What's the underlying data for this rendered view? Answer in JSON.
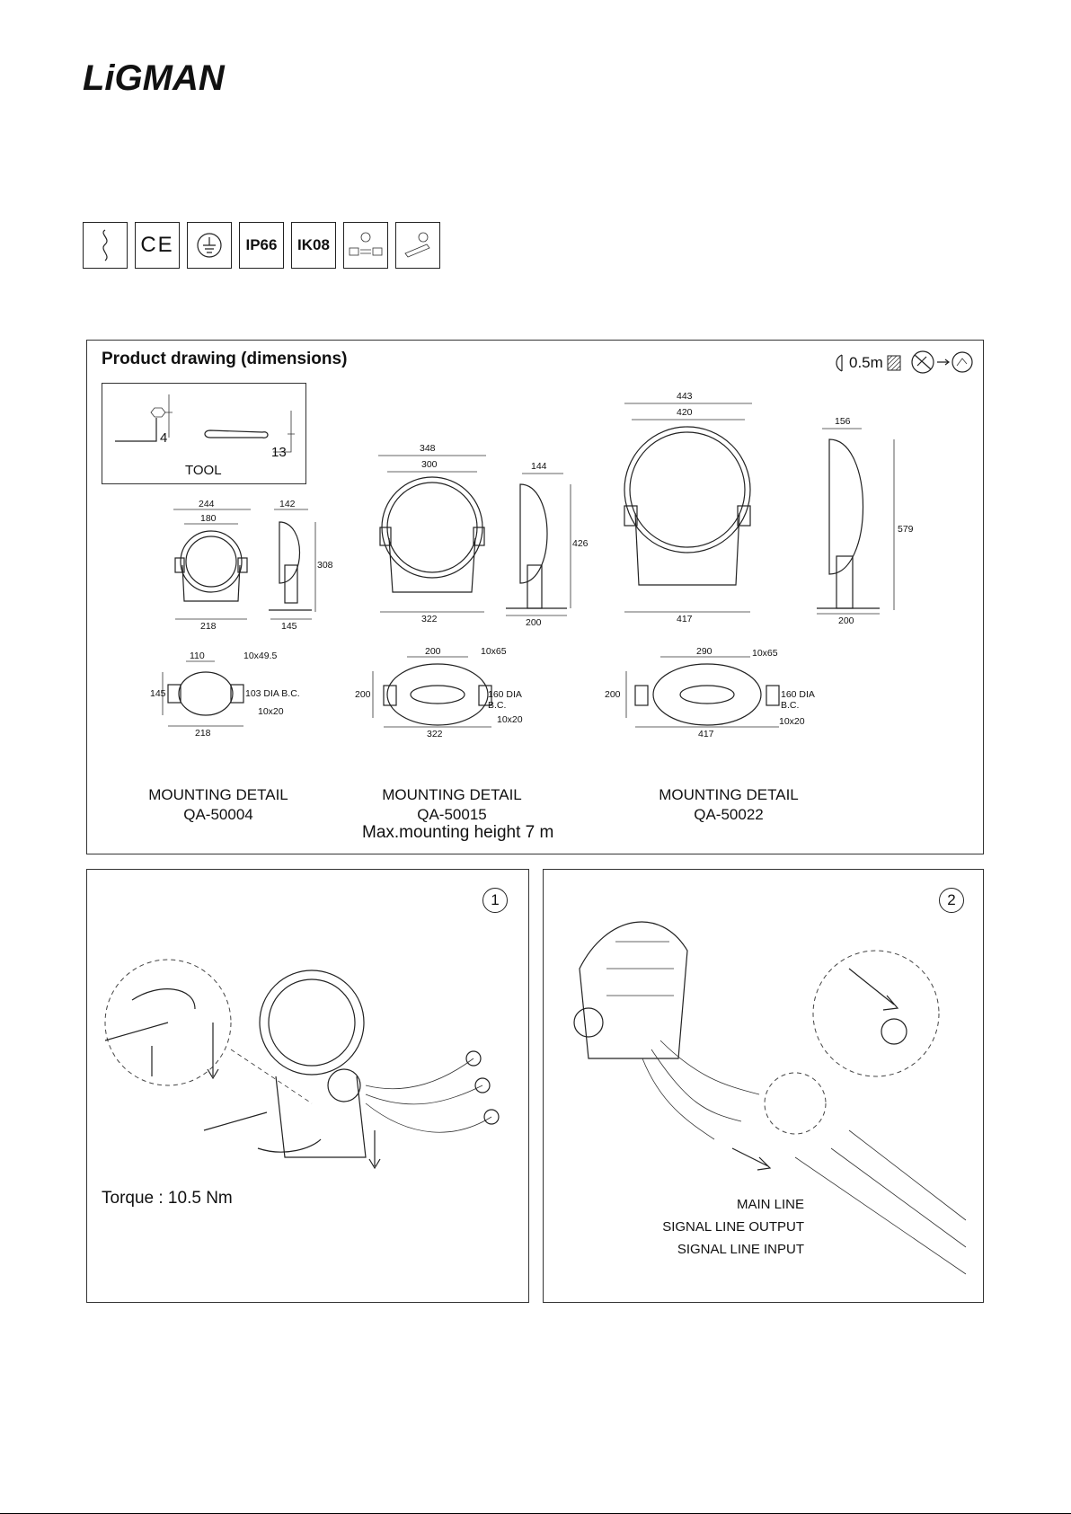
{
  "brand": "LiGMAN",
  "certifications": [
    {
      "icon": "class-ii-icon",
      "label": ""
    },
    {
      "icon": "ce-mark-icon",
      "label": "CE"
    },
    {
      "icon": "earth-ground-icon",
      "label": ""
    },
    {
      "icon": "ip-rating-icon",
      "label": "IP66"
    },
    {
      "icon": "ik-rating-icon",
      "label": "IK08"
    },
    {
      "icon": "control-gear-icon",
      "label": ""
    },
    {
      "icon": "replaceable-light-source-icon",
      "label": ""
    }
  ],
  "dims_panel": {
    "title": "Product drawing (dimensions)",
    "distance_label": "0.5m",
    "tool": {
      "label": "TOOL",
      "hex_size": "4",
      "wrench_size": "13"
    },
    "models": [
      {
        "front": {
          "outer_width": "244",
          "lens_width": "180",
          "base_width": "218"
        },
        "side": {
          "depth": "142",
          "height": "308",
          "base": "145"
        },
        "mounting": {
          "top": "110",
          "slot": "10x49.5",
          "height": "145",
          "bc": "103 DIA B.C.",
          "hole": "10x20",
          "width": "218"
        },
        "caption_title": "MOUNTING DETAIL",
        "caption_code": "QA-50004"
      },
      {
        "front": {
          "outer_width": "348",
          "lens_width": "300",
          "base_width": "322"
        },
        "side": {
          "depth": "144",
          "height": "426",
          "base": "200"
        },
        "mounting": {
          "top": "200",
          "slot": "10x65",
          "height": "200",
          "bc": "160 DIA B.C.",
          "hole": "10x20",
          "width": "322"
        },
        "caption_title": "MOUNTING DETAIL",
        "caption_code": "QA-50015"
      },
      {
        "front": {
          "outer_width": "443",
          "lens_width": "420",
          "base_width": "417"
        },
        "side": {
          "depth": "156",
          "height": "579",
          "base": "200"
        },
        "mounting": {
          "top": "290",
          "slot": "10x65",
          "height": "200",
          "bc": "160 DIA B.C.",
          "hole": "10x20",
          "width": "417"
        },
        "caption_title": "MOUNTING DETAIL",
        "caption_code": "QA-50022"
      }
    ],
    "max_height": "Max.mounting height 7 m"
  },
  "step1": {
    "number": "1",
    "torque": "Torque : 10.5 Nm"
  },
  "step2": {
    "number": "2",
    "labels": [
      "MAIN LINE",
      "SIGNAL LINE OUTPUT",
      "SIGNAL LINE INPUT"
    ]
  }
}
